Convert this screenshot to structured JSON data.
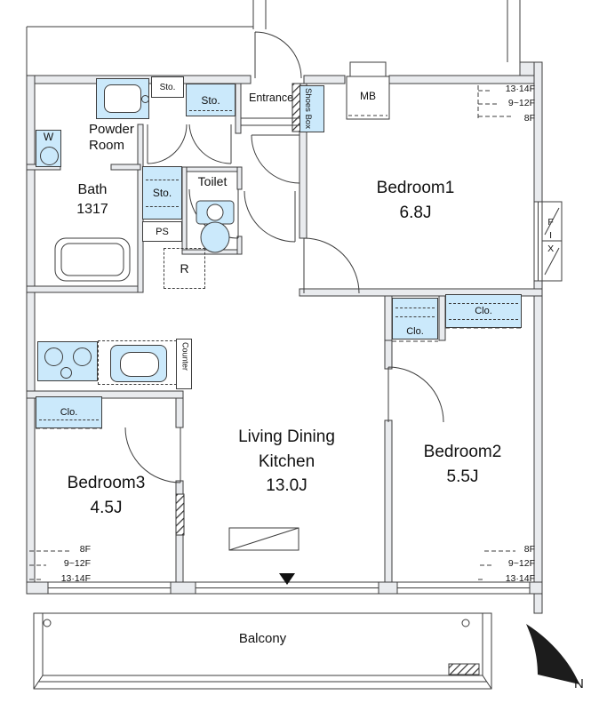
{
  "colors": {
    "fixture_fill": "#cbe9fb",
    "wall_fill": "#e9ebee",
    "line": "#3d3d3d"
  },
  "rooms": {
    "bedroom1": {
      "name": "Bedroom1",
      "size": "6.8J"
    },
    "bedroom2": {
      "name": "Bedroom2",
      "size": "5.5J"
    },
    "bedroom3": {
      "name": "Bedroom3",
      "size": "4.5J"
    },
    "ldk": {
      "name_line1": "Living Dining",
      "name_line2": "Kitchen",
      "size": "13.0J"
    },
    "bath": {
      "name": "Bath",
      "size": "1317"
    },
    "powder_room": {
      "name": "Powder Room"
    },
    "toilet": {
      "name": "Toilet"
    },
    "entrance": {
      "name": "Entrance"
    },
    "balcony": {
      "name": "Balcony"
    }
  },
  "fixtures": {
    "storage": "Sto.",
    "shoes_box": "Shoes Box",
    "meter_box": "MB",
    "pipe_space": "PS",
    "refrigerator": "R",
    "washer": "W",
    "counter": "Counter",
    "closet": "Clo.",
    "fix_window": "FIX"
  },
  "annotations": {
    "top_right": [
      "13·14F",
      "9~12F",
      "8F"
    ],
    "bottom_left": [
      "8F",
      "9~12F",
      "13·14F"
    ],
    "bottom_right": [
      "8F",
      "9~12F",
      "13·14F"
    ],
    "compass_north": "N"
  }
}
